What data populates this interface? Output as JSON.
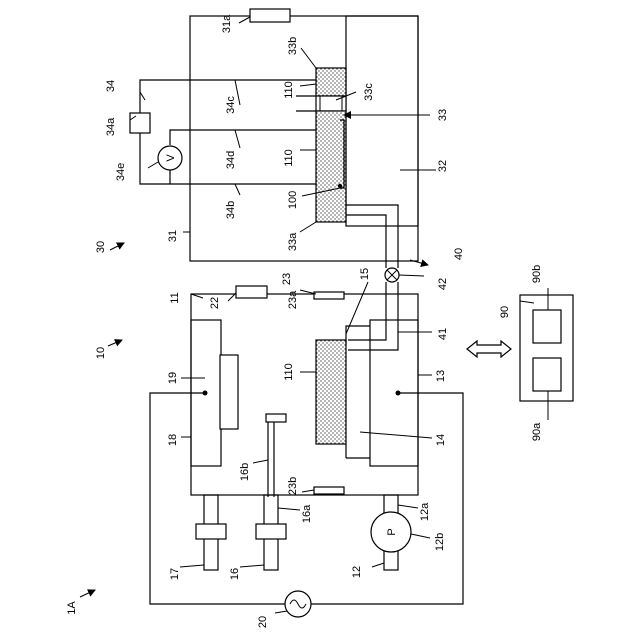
{
  "figure": {
    "labels": {
      "l1A": "1A",
      "l10": "10",
      "l11": "11",
      "l12": "12",
      "l12a": "12a",
      "l12b": "12b",
      "l13": "13",
      "l14": "14",
      "l15": "15",
      "l16": "16",
      "l16a": "16a",
      "l16b": "16b",
      "l17": "17",
      "l18": "18",
      "l19": "19",
      "l20": "20",
      "l22": "22",
      "l23": "23",
      "l23a": "23a",
      "l23b": "23b",
      "l30": "30",
      "l31": "31",
      "l31a": "31a",
      "l32": "32",
      "l33": "33",
      "l33a": "33a",
      "l33b": "33b",
      "l33c": "33c",
      "l34": "34",
      "l34a": "34a",
      "l34b": "34b",
      "l34c": "34c",
      "l34d": "34d",
      "l34e": "34e",
      "l40": "40",
      "l41": "41",
      "l42": "42",
      "l90": "90",
      "l90a": "90a",
      "l90b": "90b",
      "l100": "100",
      "l110_top": "110",
      "l110_mid": "110",
      "l110_low": "110",
      "pump_symbol": "P",
      "voltmeter_symbol": "V"
    }
  }
}
